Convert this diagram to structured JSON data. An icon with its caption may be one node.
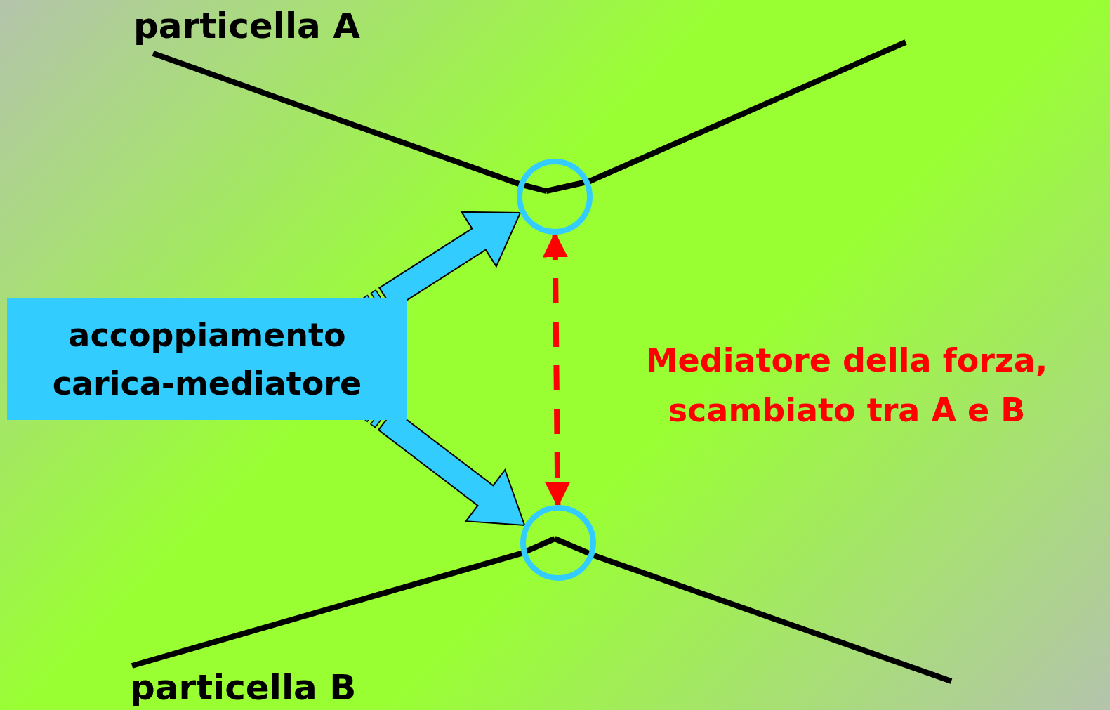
{
  "diagram": {
    "nodes": [
      {
        "text": [],
        "shape": "circle"
      },
      {
        "text": [],
        "shape": "circle"
      },
      {
        "text": [
          "accoppiamento carica-mediatore"
        ]
      },
      {
        "text": [
          "particella A"
        ]
      },
      {
        "text": [
          "particella B"
        ]
      }
    ],
    "edges": [
      {
        "from": 3,
        "to": 0,
        "arrow": "none"
      },
      {
        "from": 0,
        "to": null,
        "arrow": "none"
      },
      {
        "from": 4,
        "to": 1,
        "arrow": "none"
      },
      {
        "from": 1,
        "to": null,
        "arrow": "none"
      },
      {
        "from": 2,
        "to": 0,
        "arrow": "to",
        "style": "thick",
        "color": "#33ccff"
      },
      {
        "from": 2,
        "to": 1,
        "arrow": "to",
        "style": "thick",
        "color": "#33ccff"
      },
      {
        "from": 0,
        "to": 1,
        "arrow": "both",
        "style": "dashed",
        "color": "#ff0000",
        "label": "Mediatore della forza, scambiato tra A e B"
      }
    ]
  }
}
